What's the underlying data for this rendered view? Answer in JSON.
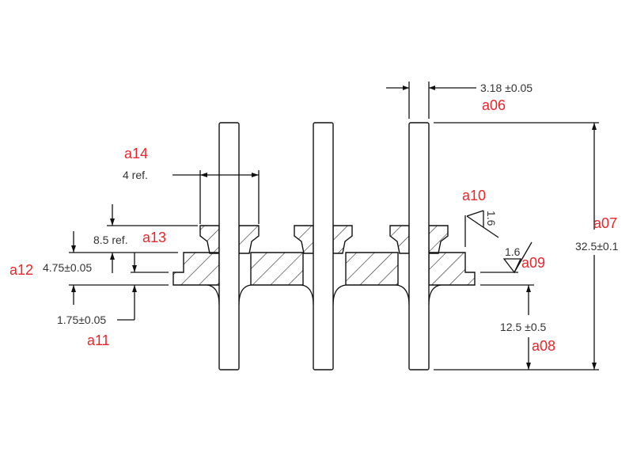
{
  "colors": {
    "label": "#e8262c",
    "line": "#111111",
    "dimension_text": "#333333"
  },
  "callouts": [
    {
      "id": "a06",
      "dimension": "3.18 ±0.05"
    },
    {
      "id": "a07",
      "dimension": "32.5±0.1"
    },
    {
      "id": "a08",
      "dimension": "12.5 ±0.5"
    },
    {
      "id": "a09",
      "dimension": "1.6"
    },
    {
      "id": "a10",
      "dimension": "1.6"
    },
    {
      "id": "a11",
      "dimension": "1.75±0.05"
    },
    {
      "id": "a12",
      "dimension": "4.75±0.05"
    },
    {
      "id": "a13",
      "dimension": "8.5  ref."
    },
    {
      "id": "a14",
      "dimension": "4  ref."
    }
  ]
}
